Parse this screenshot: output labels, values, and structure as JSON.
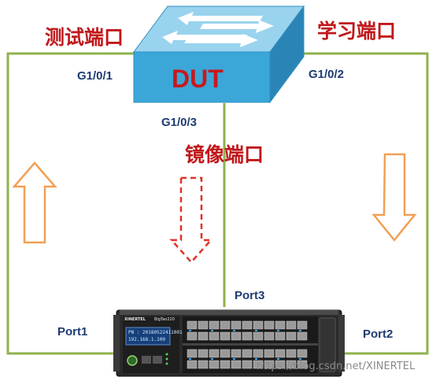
{
  "labels": {
    "test_port": "测试端口",
    "learn_port": "学习端口",
    "mirror_port": "镜像端口"
  },
  "dut": {
    "name": "DUT",
    "port_left": "G1/0/1",
    "port_right": "G1/0/2",
    "port_bottom": "G1/0/3"
  },
  "tester": {
    "brand": "XINERTEL",
    "model": "BigTao220",
    "screen_line1": "PN : 20180522411001",
    "screen_line2": "192.168.1.100",
    "port1": "Port1",
    "port2": "Port2",
    "port3": "Port3"
  },
  "watermark": "https://blog.csdn.net/XINERTEL",
  "colors": {
    "line": "#8fb24b",
    "arrow_orange": "#f2a055",
    "arrow_red_dashed": "#e03127",
    "dut_top": "#9ad3ee",
    "dut_front": "#3aa7d8",
    "label_red": "#c0181b",
    "label_port": "#1f3b70"
  }
}
